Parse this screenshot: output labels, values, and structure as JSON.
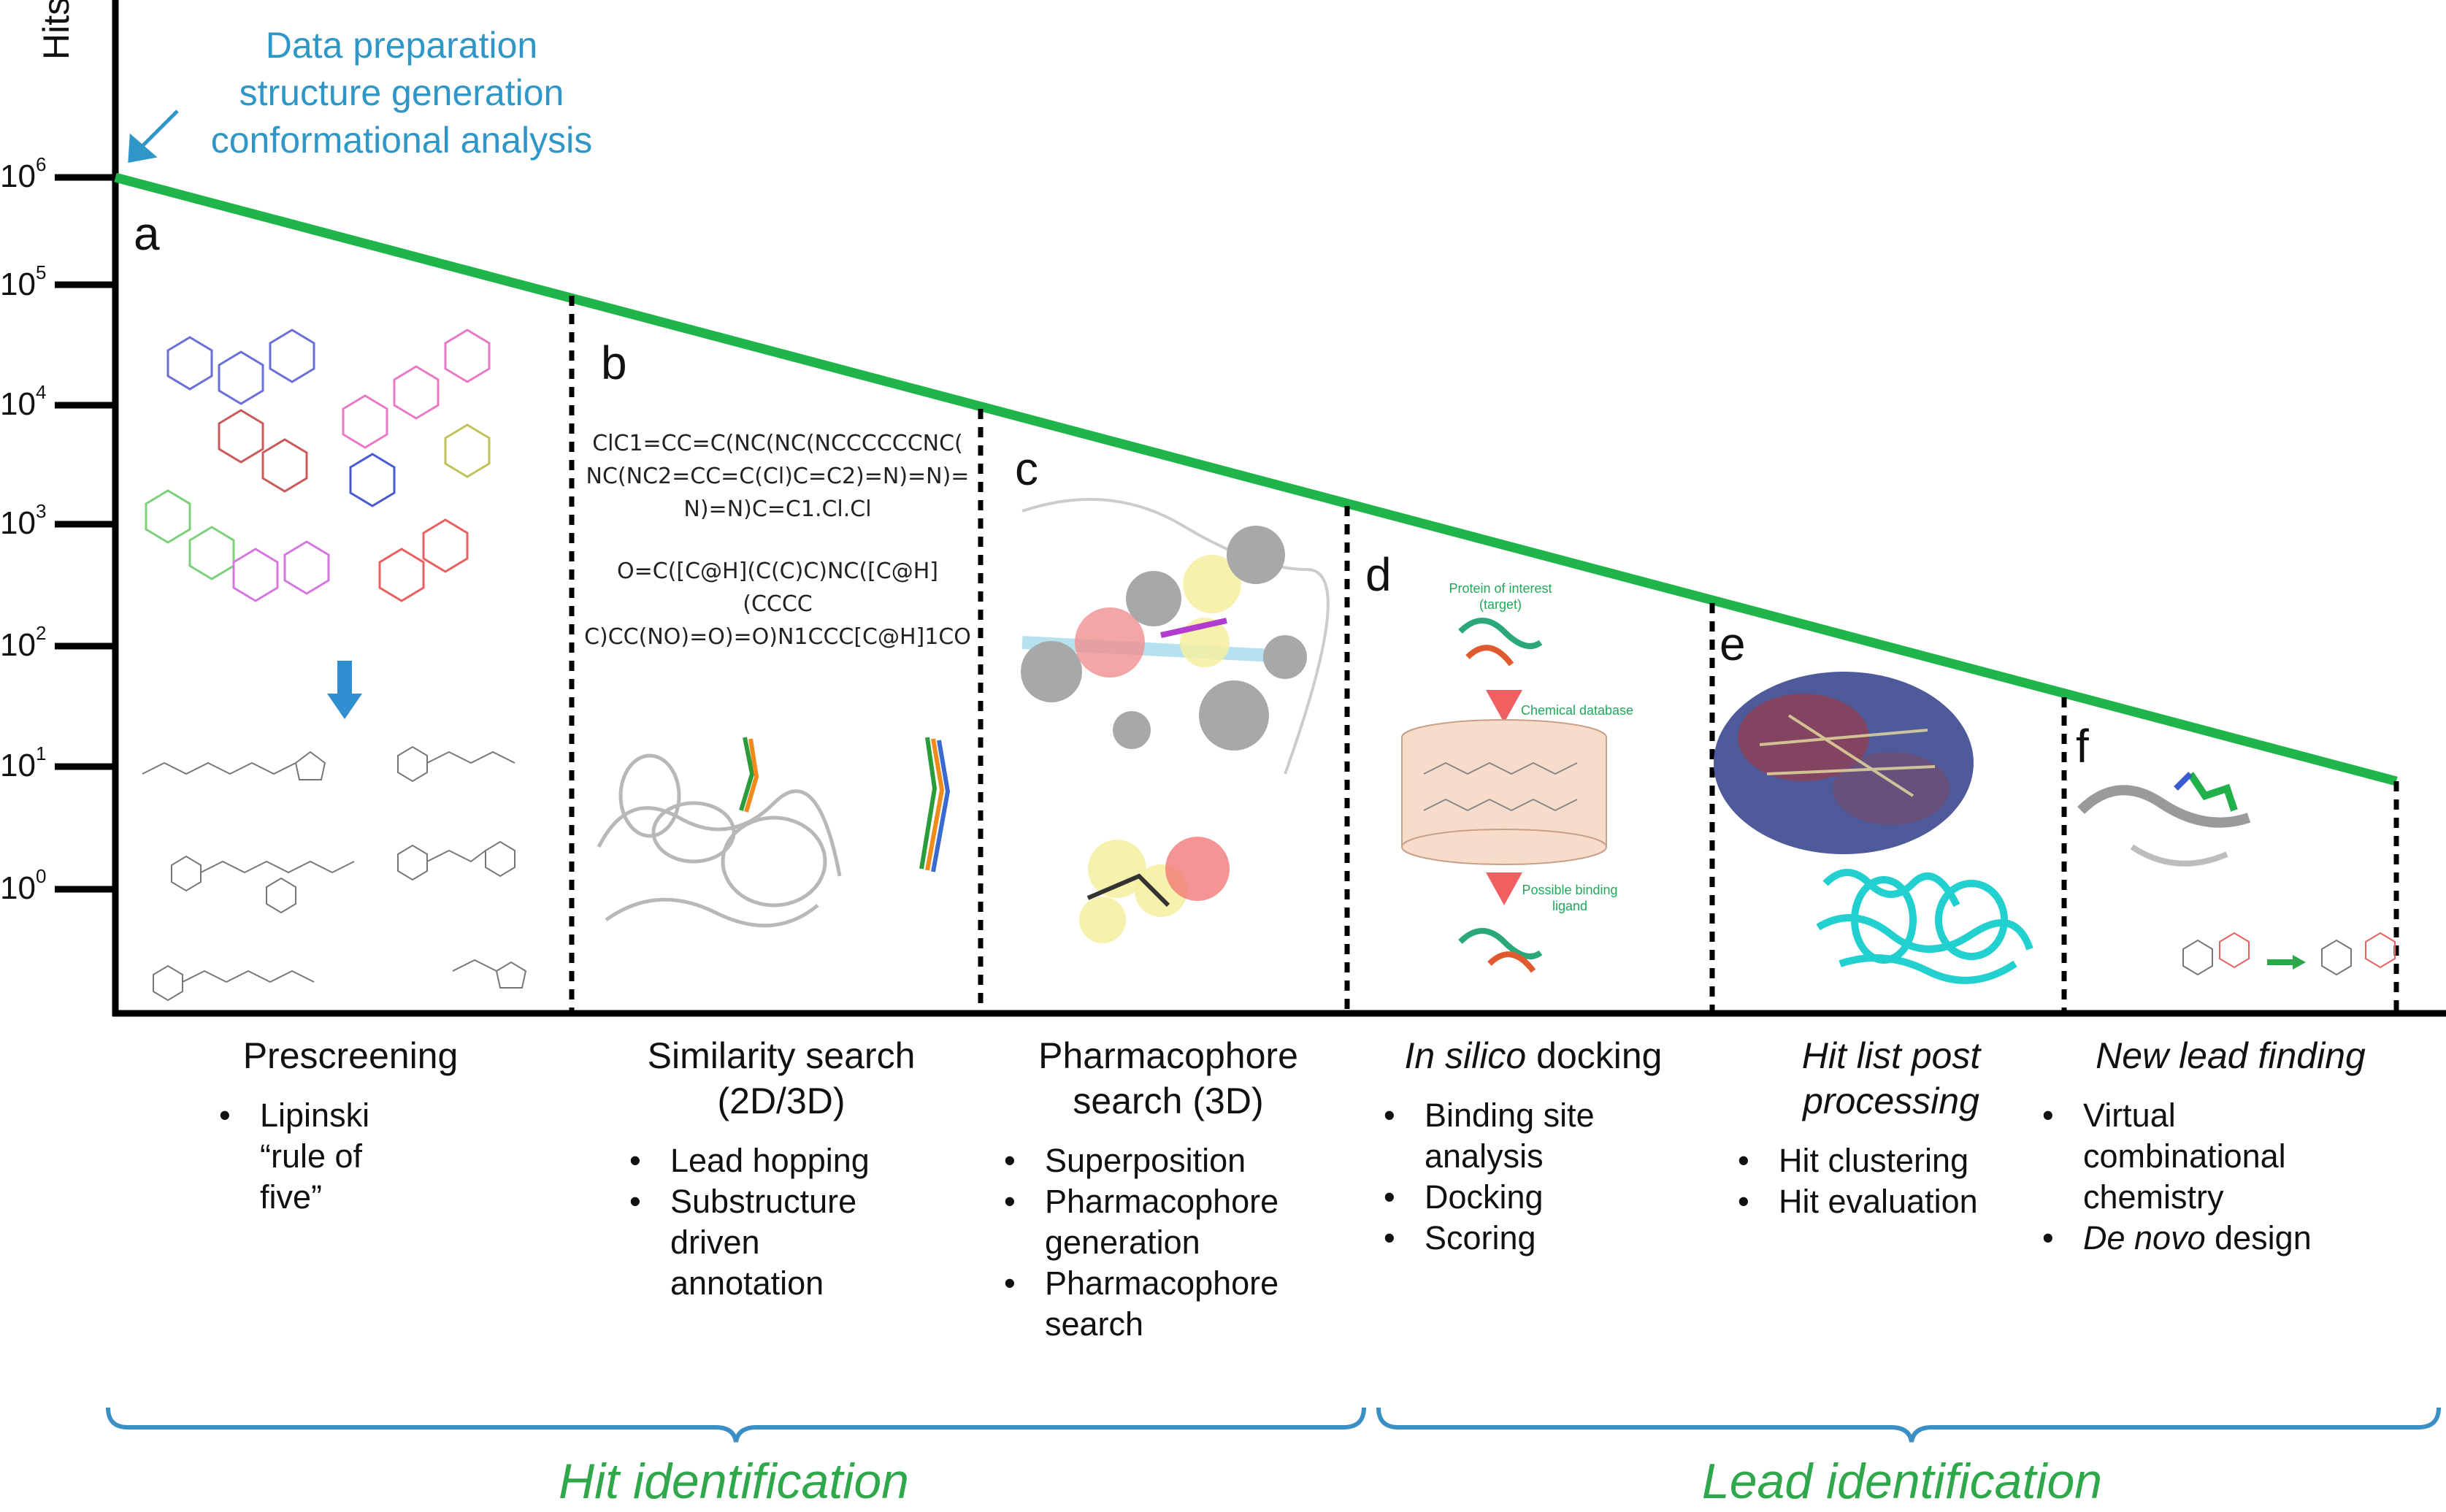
{
  "axis": {
    "ylabel": "Hits",
    "ticks": [
      "10",
      "10",
      "10",
      "10",
      "10",
      "10",
      "10"
    ],
    "exponents": [
      "6",
      "5",
      "4",
      "3",
      "2",
      "1",
      "0"
    ]
  },
  "annotation": {
    "lines": [
      "Data preparation",
      "structure generation",
      "conformational analysis"
    ]
  },
  "panels": [
    {
      "letter": "a",
      "title_lines": [
        "Prescreening"
      ],
      "bullets": [
        "Lipinski",
        "“rule of",
        "five”"
      ]
    },
    {
      "letter": "b",
      "title_lines": [
        "Similarity search",
        "(2D/3D)"
      ],
      "bullets": [
        "Lead hopping",
        "Substructure",
        "driven",
        "annotation"
      ],
      "smiles": [
        "ClC1=CC=C(NC(NC(NCCCCCCNC(",
        "NC(NC2=CC=C(Cl)C=C2)=N)=N)=",
        "N)=N)C=C1.Cl.Cl",
        "",
        "O=C([C@H](C(C)C)NC([C@H](CCCC",
        "C)CC(NO)=O)=O)N1CCC[C@H]1CO"
      ]
    },
    {
      "letter": "c",
      "title_lines": [
        "Pharmacophore",
        "search (3D)"
      ],
      "bullets": [
        "Superposition",
        "Pharmacophore",
        "generation",
        "Pharmacophore",
        "search"
      ]
    },
    {
      "letter": "d",
      "title_em": "In silico",
      "title_rest": " docking",
      "bullets": [
        "Binding site",
        "analysis",
        "Docking",
        "Scoring"
      ],
      "flow": [
        "Protein of interest",
        "(target)",
        "Chemical database",
        "Possible binding",
        "ligand"
      ]
    },
    {
      "letter": "e",
      "title_lines": [
        "Hit list post",
        "processing"
      ],
      "bullets": [
        "Hit clustering",
        "Hit evaluation"
      ]
    },
    {
      "letter": "f",
      "title_lines": [
        "New lead finding"
      ],
      "bullets": [
        "Virtual",
        "combinational",
        "chemistry"
      ],
      "last_bullet_em": "De novo",
      "last_bullet_rest": " design"
    }
  ],
  "phases": [
    "Hit identification",
    "Lead identification"
  ],
  "colors": {
    "funnel_line": "#1fb54a",
    "bracket": "#3a8fc4",
    "annotation": "#2f97c8",
    "phase_text": "#2ea84a",
    "axis": "#000000"
  }
}
